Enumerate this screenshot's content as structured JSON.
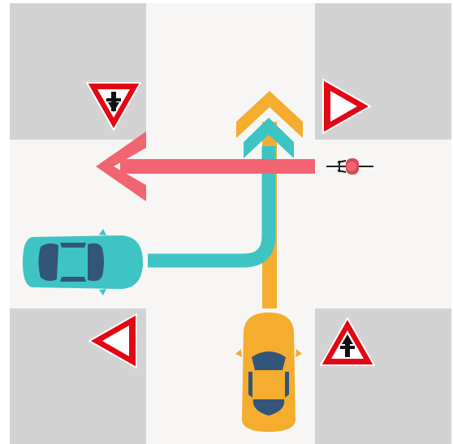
{
  "scene": {
    "type": "intersection-diagram",
    "colors": {
      "background": "#ffffff",
      "road": "#f7f6f4",
      "corner_blocks": "#d3d3d3",
      "sign_red": "#e30613",
      "sign_white": "#ffffff",
      "sign_symbol": "#111111",
      "pink_arrow": "#f26470",
      "teal": "#3fc4c4",
      "yellow": "#f4ad2e",
      "car_windows": "#33557a",
      "cyclist_helmet": "#f26470",
      "cyclist_bike": "#222222"
    },
    "signs": [
      {
        "name": "priority-road-sign",
        "kind": "yield-triangle-with-cross",
        "orientation": "point-down"
      },
      {
        "name": "give-way-sign-right",
        "kind": "triangle",
        "orientation": "point-right"
      },
      {
        "name": "give-way-sign-left",
        "kind": "triangle",
        "orientation": "point-left"
      },
      {
        "name": "intersection-warning-sign",
        "kind": "triangle-with-cross",
        "orientation": "point-up"
      }
    ],
    "vehicles": [
      {
        "name": "teal-car",
        "color": "teal",
        "heading": "east"
      },
      {
        "name": "yellow-car",
        "color": "yellow",
        "heading": "north"
      },
      {
        "name": "cyclist",
        "heading": "west"
      }
    ],
    "paths": [
      {
        "name": "cyclist-path-arrow",
        "color": "pink_arrow",
        "direction": "west"
      },
      {
        "name": "teal-car-path-arrow",
        "color": "teal",
        "direction": "east-then-north"
      },
      {
        "name": "yellow-car-path-arrow",
        "color": "yellow",
        "direction": "north"
      }
    ]
  }
}
